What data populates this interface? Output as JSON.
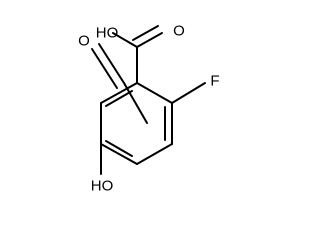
{
  "molecule": {
    "atoms": {
      "carbonyl_oxygen_left": "O",
      "carboxyl_hydroxyl": "HO",
      "carboxyl_oxygen": "O",
      "fluorine": "F",
      "ring_hydroxyl": "HO"
    },
    "colors": {
      "bonds": "#000000",
      "labels": "#000000",
      "background": "#ffffff"
    }
  }
}
